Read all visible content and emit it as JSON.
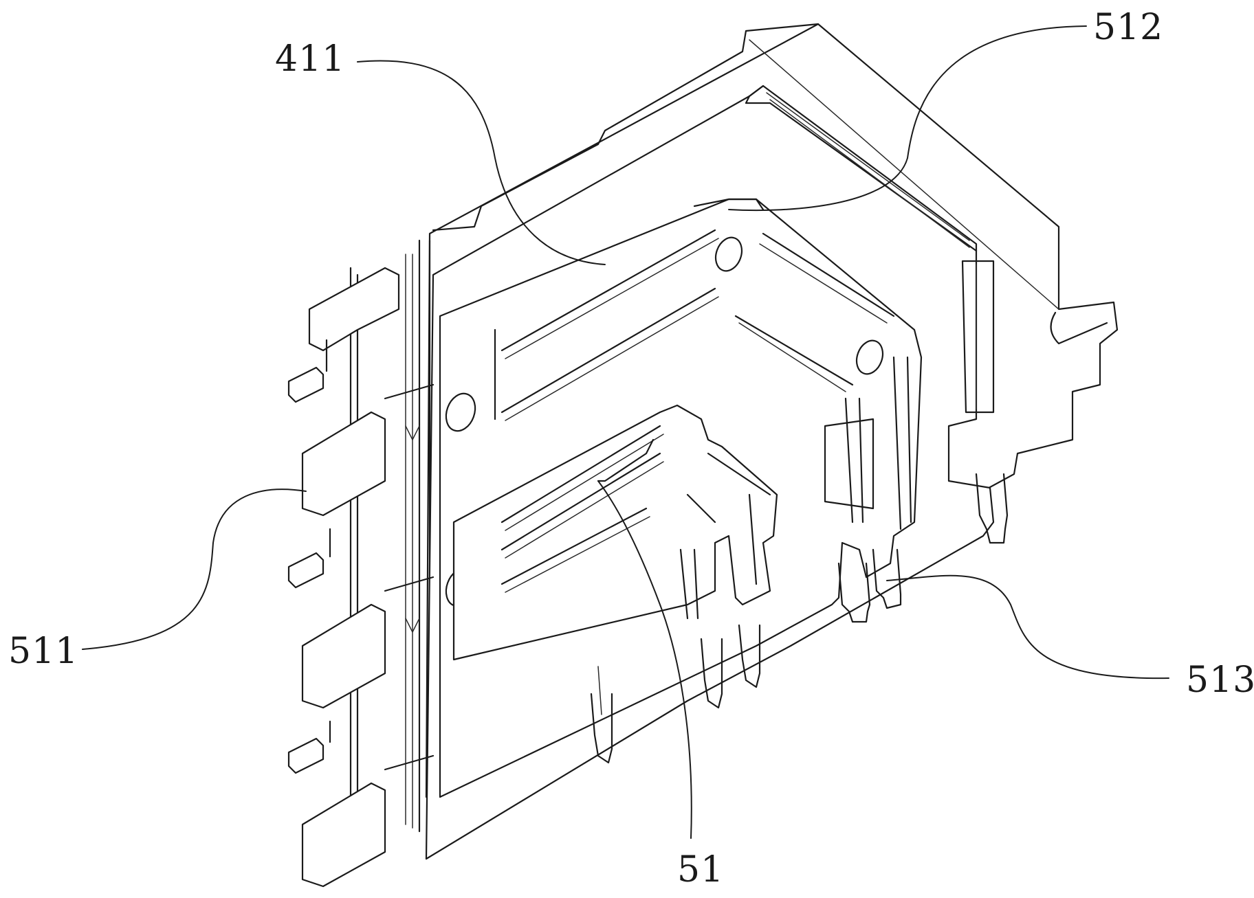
{
  "figure": {
    "description": "Isometric line drawing of a multi-layer shielding/terminal assembly with reference numerals",
    "colors": {
      "line": "#1a1a1a",
      "background": "#ffffff"
    },
    "labels": [
      {
        "id": "411",
        "text": "411",
        "target": "outer-shell-arm"
      },
      {
        "id": "512",
        "text": "512",
        "target": "middle-shell-corner"
      },
      {
        "id": "511",
        "text": "511",
        "target": "left-terminal-comb"
      },
      {
        "id": "513",
        "text": "513",
        "target": "middle-shell-pin"
      },
      {
        "id": "51",
        "text": "51",
        "target": "inner-terminal-frame"
      }
    ]
  }
}
